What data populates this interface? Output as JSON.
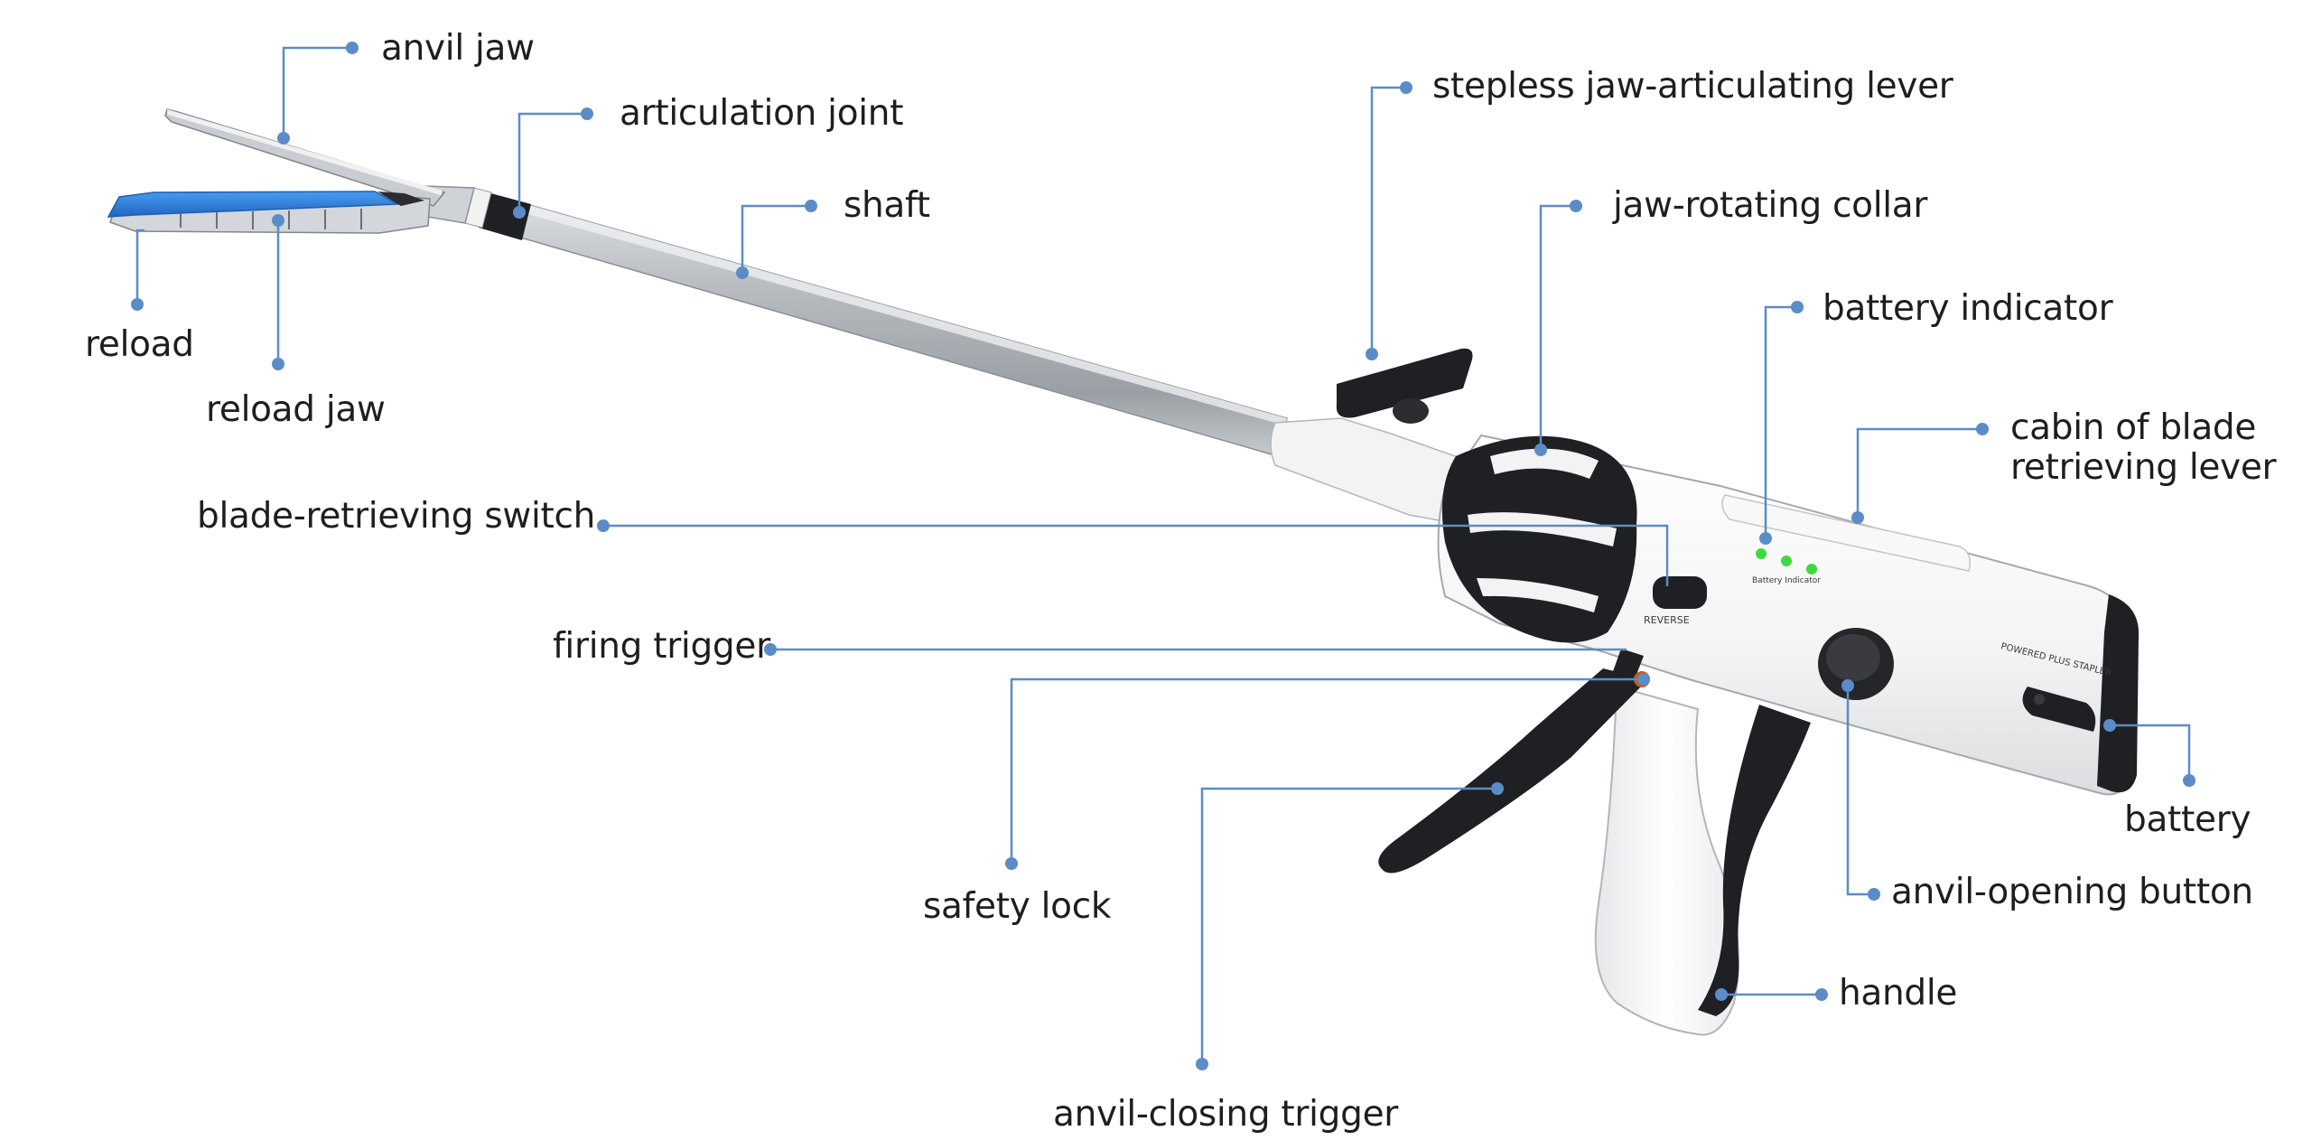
{
  "colors": {
    "leader": "#5b8cc8",
    "dot": "#5b8cc8",
    "reload_blue": "#2f7fd6",
    "grip_black": "#1e1f22",
    "body_white": "#f7f7f8",
    "shaft_gray": "#a9adb2",
    "led_green": "#3fd93f"
  },
  "labels": {
    "anvil_jaw": "anvil jaw",
    "articulation_joint": "articulation joint",
    "shaft": "shaft",
    "reload": "reload",
    "reload_jaw": "reload jaw",
    "stepless_lever": "stepless jaw-articulating lever",
    "jaw_rotating_collar": "jaw-rotating collar",
    "battery_indicator": "battery indicator",
    "cabin_line1": "cabin of blade",
    "cabin_line2": "retrieving lever",
    "blade_switch": "blade-retrieving switch",
    "firing_trigger": "firing trigger",
    "safety_lock": "safety lock",
    "anvil_closing_trigger": "anvil-closing trigger",
    "battery": "battery",
    "anvil_opening_button": "anvil-opening button",
    "handle": "handle"
  },
  "product_print": {
    "reverse": "REVERSE",
    "battery_indicator_small": "Battery Indicator",
    "powered_plus": "POWERED PLUS STAPLER"
  }
}
